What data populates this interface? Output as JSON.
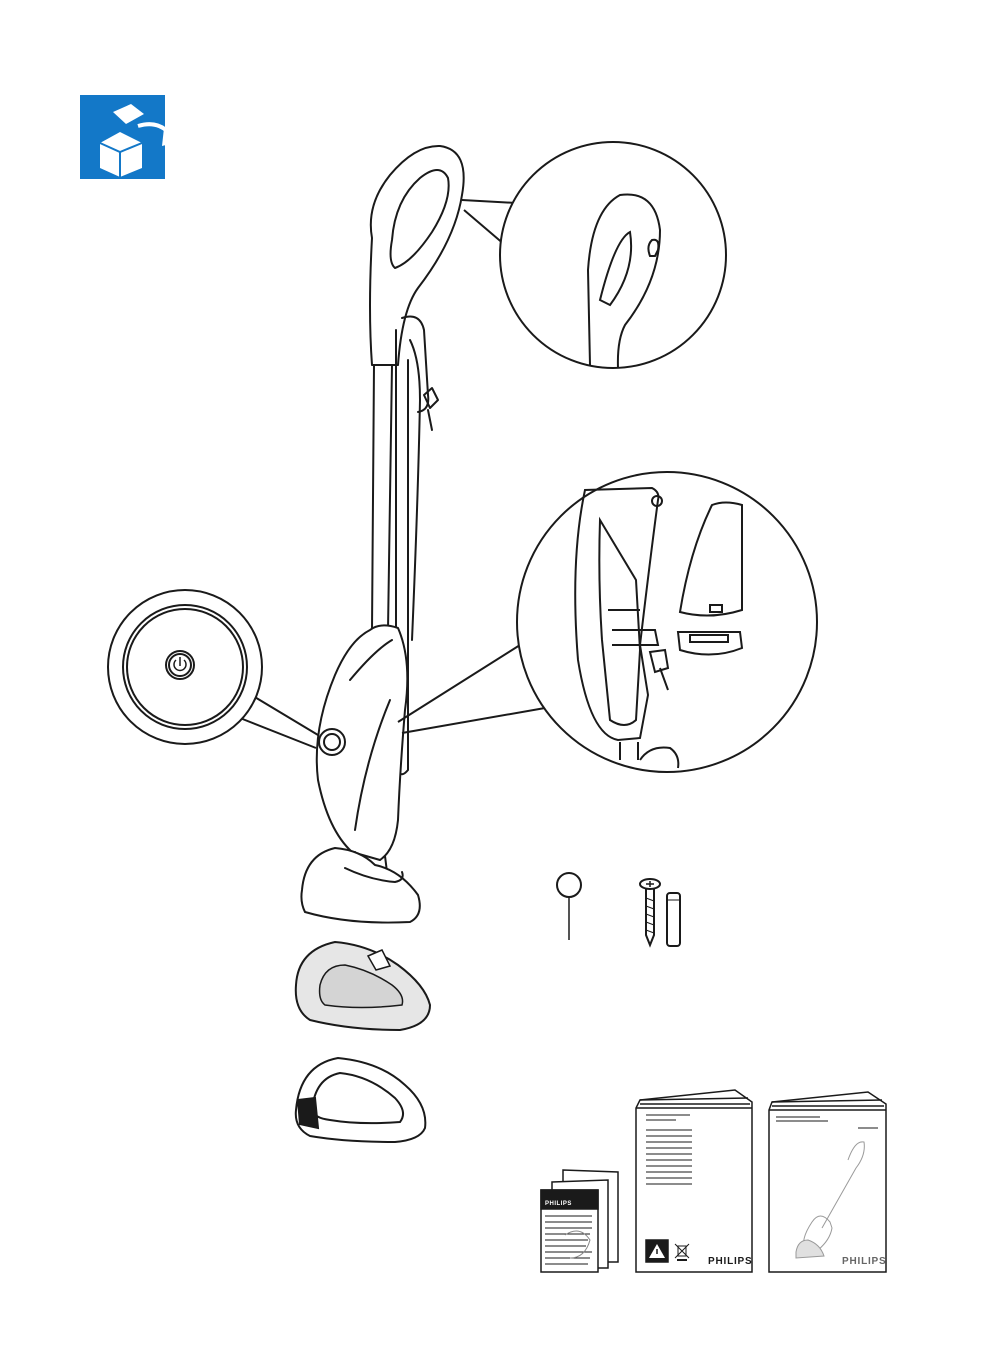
{
  "brand": {
    "leaflet_label": "PHILIPS",
    "manual_label": "PHILIPS",
    "quickstart_label": "PHILIPS"
  },
  "colors": {
    "icon_bg": "#1378c8",
    "line": "#1a1a1a",
    "pad_texture": "#e6e6e6"
  },
  "icons": {
    "unbox": "unbox-icon",
    "power": "power-icon",
    "warning": "warning-icon",
    "weee": "crossed-bin-icon"
  }
}
